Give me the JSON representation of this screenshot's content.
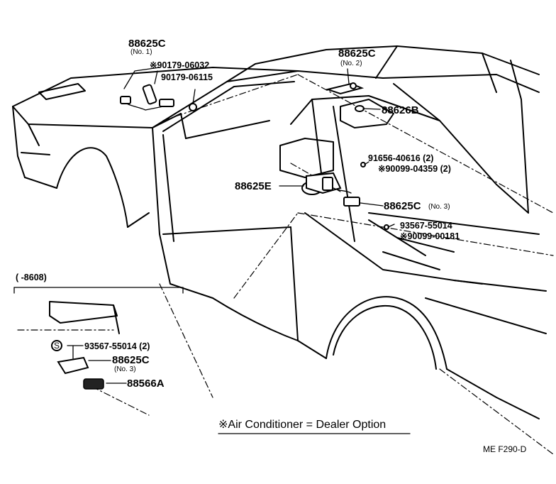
{
  "labels": {
    "c_no1_part": "88625C",
    "c_no1_note": "(No. 1)",
    "bolt_a": "※90179-06032",
    "bolt_b": "90179-06115",
    "c_no2_part": "88625C",
    "c_no2_note": "(No. 2)",
    "b_part": "88626B",
    "screw_a": "91656-40616 (2)",
    "screw_b": "※90099-04359 (2)",
    "e_part": "88625E",
    "c_no3_part": "88625C",
    "c_no3_note": "(No. 3)",
    "clip_a": "93567-55014",
    "clip_b": "※90099-00181"
  },
  "inset": {
    "range": "(      -8608)",
    "s_symbol": "S",
    "clip": "93567-55014 (2)",
    "c_part": "88625C",
    "c_note": "(No. 3)",
    "a_part": "88566A"
  },
  "footnote": "※Air Conditioner = Dealer Option",
  "figure_code": "ME  F290-D"
}
